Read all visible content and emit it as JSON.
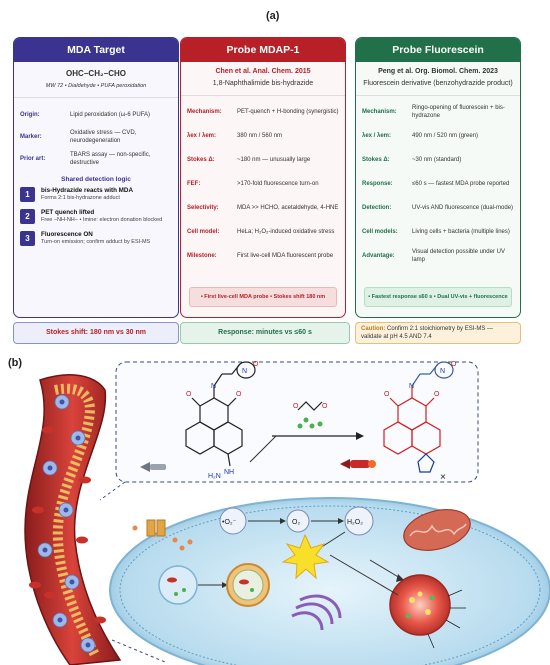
{
  "panel_a_label": "(a)",
  "panel_b_label": "(b)",
  "col1": {
    "title": "MDA Target",
    "formula": "OHC−CH₂−CHO",
    "formula_sub": "MW 72  •  Dialdehyde  •  PUFA peroxidation",
    "rows": [
      {
        "k": "Origin:",
        "v": "Lipid peroxidation (ω-6 PUFA)"
      },
      {
        "k": "Marker:",
        "v": "Oxidative stress — CVD, neurodegeneration"
      },
      {
        "k": "Prior art:",
        "v": "TBARS assay — non-specific, destructive"
      }
    ],
    "steps_title": "Shared detection logic",
    "steps": [
      {
        "n": "1",
        "t": "bis-Hydrazide reacts with MDA",
        "s": "Forms 2:1 bis-hydrazone adduct"
      },
      {
        "n": "2",
        "t": "PET quench lifted",
        "s": "Free −NH-NH− • Imine: electron donation blocked"
      },
      {
        "n": "3",
        "t": "Fluorescence ON",
        "s": "Turn-on emission; confirm adduct by ESI-MS"
      }
    ]
  },
  "col2": {
    "title": "Probe MDAP-1",
    "ref": "Chen et al.  Anal. Chem. 2015",
    "sub": "1,8-Naphthalimide bis-hydrazide",
    "rows": [
      {
        "k": "Mechanism:",
        "v": "PET-quench + H-bonding (synergistic)"
      },
      {
        "k": "λex / λem:",
        "v": "380 nm  /  560 nm"
      },
      {
        "k": "Stokes Δ:",
        "v": "~180 nm — unusually large"
      },
      {
        "k": "FEF:",
        "v": ">170-fold fluorescence turn-on"
      },
      {
        "k": "Selectivity:",
        "v": "MDA >> HCHO, acetaldehyde, 4-HNE"
      },
      {
        "k": "Cell model:",
        "v": "HeLa; H₂O₂-induced oxidative stress"
      },
      {
        "k": "Milestone:",
        "v": "First live-cell MDA fluorescent probe"
      }
    ],
    "foot": "•  First live-cell MDA probe   •  Stokes shift 180 nm"
  },
  "col3": {
    "title": "Probe Fluorescein",
    "ref": "Peng et al.  Org. Biomol. Chem. 2023",
    "sub": "Fluorescein derivative  (benzohydrazide product)",
    "rows": [
      {
        "k": "Mechanism:",
        "v": "Ringo-opening of fluorescein + bis-hydrazone"
      },
      {
        "k": "λex / λem:",
        "v": "490 nm  /  520 nm  (green)"
      },
      {
        "k": "Stokes Δ:",
        "v": "~30 nm  (standard)"
      },
      {
        "k": "Response:",
        "v": "≤60 s — fastest MDA probe reported"
      },
      {
        "k": "Detection:",
        "v": "UV-vis AND fluorescence (dual-mode)"
      },
      {
        "k": "Cell models:",
        "v": "Living cells + bacteria (multiple lines)"
      },
      {
        "k": "Advantage:",
        "v": "Visual detection possible under UV lamp"
      }
    ],
    "foot": "•  Fastest response ≤60 s   •  Dual UV-vis + fluorescence"
  },
  "bar1": "Stokes shift:  180 nm  vs   30 nm",
  "bar2": "Response:  minutes  vs   ≤60 s",
  "bar3_label": "Caution:",
  "bar3_text": "Confirm 2:1 stoichiometry by ESI-MS — validate at pH 4.5  AND 7.4",
  "scheme": {
    "ros1": "•O₂⁻",
    "ros2": "O₂",
    "ros3": "H₂O₂"
  },
  "colors": {
    "navy": "#3a3490",
    "red": "#b62026",
    "green": "#21704a"
  }
}
